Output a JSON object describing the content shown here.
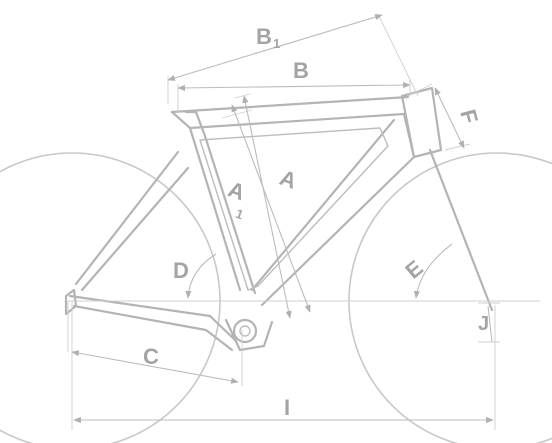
{
  "diagram": {
    "labels": {
      "b1": "B",
      "b1_sub": "1",
      "b": "B",
      "a": "A",
      "a1": "A",
      "a1_sub": "1",
      "f": "F",
      "d": "D",
      "e": "E",
      "c": "C",
      "j": "J",
      "i": "I"
    },
    "colors": {
      "line": "#b4b4b4",
      "label": "#a4a4a4",
      "background": "#ffffff"
    }
  }
}
